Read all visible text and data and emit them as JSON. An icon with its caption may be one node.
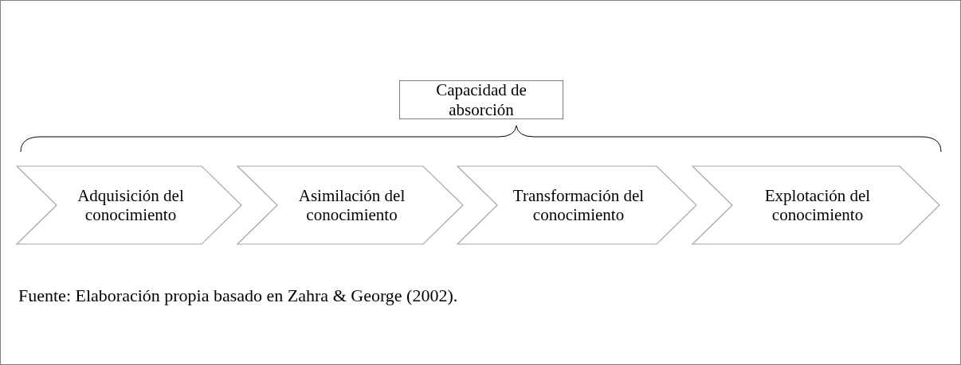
{
  "diagram": {
    "nodes": [
      {
        "text": [
          "Capacidad de absorción"
        ]
      },
      {
        "text": [
          "Adquisición del conocimiento"
        ]
      },
      {
        "text": [
          "Asimilación del conocimiento"
        ]
      },
      {
        "text": [
          "Transformación del conocimiento"
        ]
      },
      {
        "text": [
          "Explotación del conocimiento"
        ]
      }
    ],
    "caption": "Fuente: Elaboración propia basado en Zahra & George (2002)."
  }
}
